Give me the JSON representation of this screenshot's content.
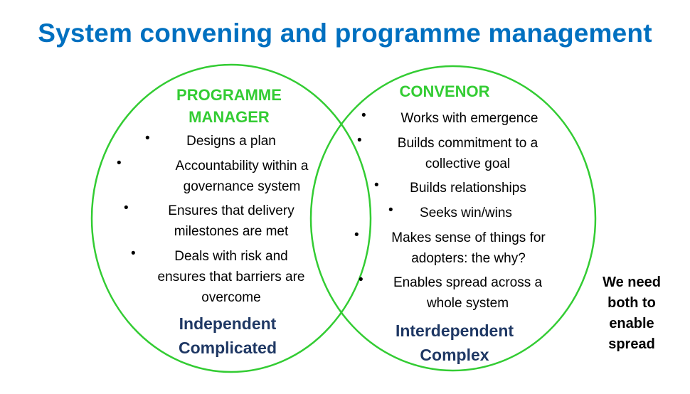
{
  "title": "System convening and programme management",
  "left": {
    "heading_line1": "PROGRAMME",
    "heading_line2": "MANAGER",
    "bullets": [
      {
        "line1": "Designs a plan",
        "line2": ""
      },
      {
        "line1": "Accountability within a",
        "line2": "governance system"
      },
      {
        "line1": "Ensures that delivery",
        "line2": "milestones are met"
      },
      {
        "line1": "Deals with risk and",
        "line2": "ensures that barriers are",
        "line3": "overcome"
      }
    ],
    "footer_line1": "Independent",
    "footer_line2": "Complicated"
  },
  "right": {
    "heading": "CONVENOR",
    "bullets": [
      {
        "line1": "Works with emergence",
        "line2": ""
      },
      {
        "line1": "Builds commitment to a",
        "line2": "collective goal"
      },
      {
        "line1": "Builds relationships",
        "line2": ""
      },
      {
        "line1": "Seeks win/wins",
        "line2": ""
      },
      {
        "line1": "Makes sense of things for",
        "line2": "adopters: the why?"
      },
      {
        "line1": "Enables spread across a",
        "line2": "whole system"
      }
    ],
    "footer_line1": "Interdependent",
    "footer_line2": "Complex"
  },
  "side_note": {
    "line1": "We need",
    "line2": "both to",
    "line3": "enable",
    "line4": "spread"
  },
  "colors": {
    "title": "#0070c0",
    "circle_stroke": "#33cc33",
    "heading": "#33cc33",
    "footer": "#1f3864"
  }
}
